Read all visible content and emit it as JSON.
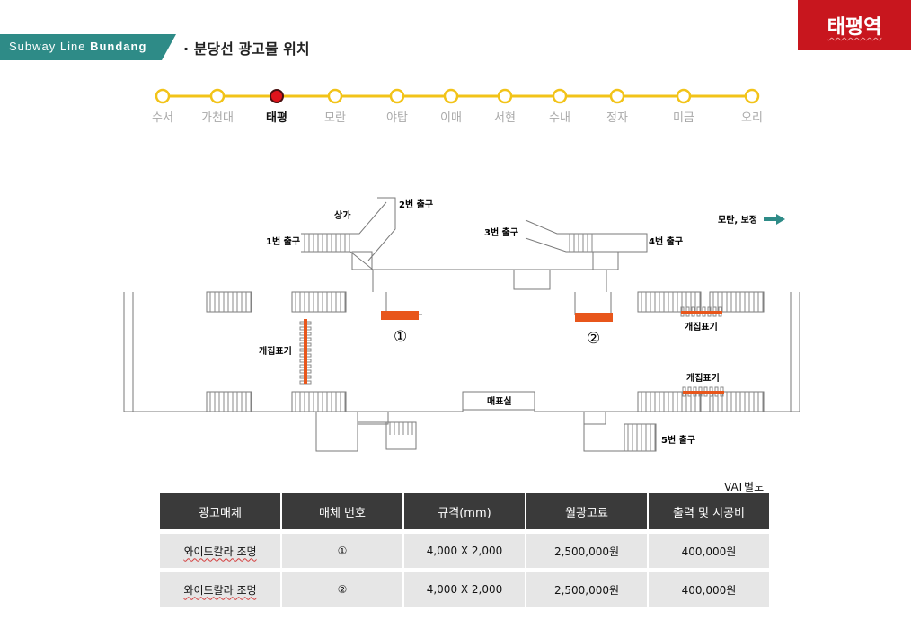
{
  "header": {
    "banner_prefix": "Subway Line",
    "banner_bold": "Bundang",
    "title": "· 분당선 광고물 위치",
    "station_badge": "태평역",
    "colors": {
      "banner": "#2e8b87",
      "badge": "#c8161e",
      "line": "#f2c318",
      "current": "#e0141c"
    }
  },
  "line": {
    "stations": [
      "수서",
      "가천대",
      "태평",
      "모란",
      "야탑",
      "이매",
      "서현",
      "수내",
      "정자",
      "미금",
      "오리"
    ],
    "current_index": 2
  },
  "map": {
    "labels": {
      "exit1": "1번 출구",
      "exit2": "2번 출구",
      "exit3": "3번 출구",
      "exit4": "4번 출구",
      "exit5": "5번 출구",
      "shop": "상가",
      "ticket_office": "매표실",
      "gate_left": "개집표기",
      "gate_right_top": "개집표기",
      "gate_right_bottom": "개집표기",
      "direction": "모란, 보정"
    },
    "markers": [
      "①",
      "②"
    ],
    "colors": {
      "ad": "#e8561b",
      "gate": "#e8561b",
      "arrow": "#2e8b87"
    }
  },
  "table": {
    "note": "VAT별도",
    "headers": [
      "광고매체",
      "매체 번호",
      "규격(mm)",
      "월광고료",
      "출력 및 시공비"
    ],
    "rows": [
      [
        "와이드칼라 조명",
        "①",
        "4,000 X 2,000",
        "2,500,000원",
        "400,000원"
      ],
      [
        "와이드칼라 조명",
        "②",
        "4,000 X 2,000",
        "2,500,000원",
        "400,000원"
      ]
    ]
  }
}
